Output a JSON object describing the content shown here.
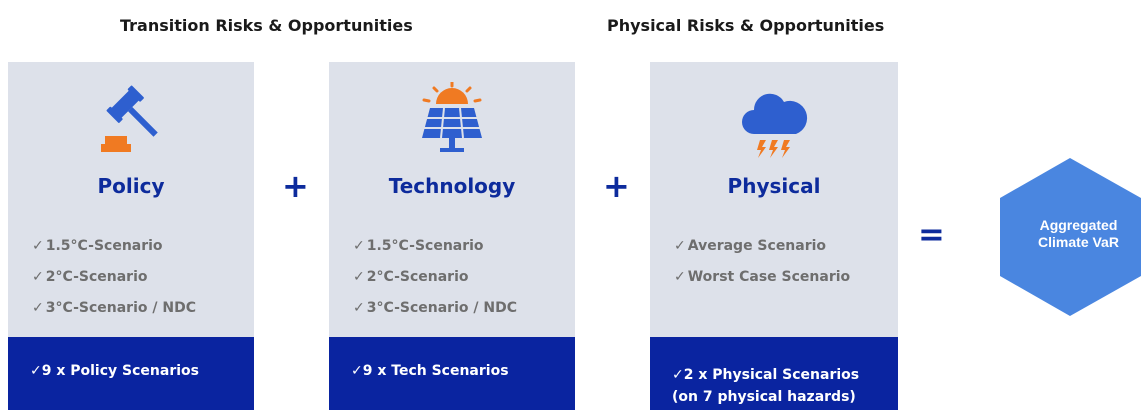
{
  "headers": {
    "transition": "Transition Risks & Opportunities",
    "physical": "Physical Risks & Opportunities"
  },
  "cards": [
    {
      "title": "Policy",
      "icon": "gavel-icon",
      "scenarios": [
        "1.5°C-Scenario",
        "2°C-Scenario",
        "3°C-Scenario / NDC"
      ],
      "footer": [
        "9 x Policy Scenarios"
      ]
    },
    {
      "title": "Technology",
      "icon": "solar-panel-icon",
      "scenarios": [
        "1.5°C-Scenario",
        "2°C-Scenario",
        "3°C-Scenario / NDC"
      ],
      "footer": [
        "9 x Tech Scenarios"
      ]
    },
    {
      "title": "Physical",
      "icon": "storm-cloud-icon",
      "scenarios": [
        "Average Scenario",
        "Worst Case Scenario"
      ],
      "footer": [
        "2 x Physical Scenarios",
        "(on 7 physical hazards)"
      ]
    }
  ],
  "operators": {
    "plus": "+",
    "equals": "="
  },
  "check_mark": "✓",
  "result": {
    "line1": "Aggregated",
    "line2": "Climate VaR"
  },
  "colors": {
    "card_bg": "#dde1ea",
    "title_blue": "#0d2b9c",
    "footer_blue": "#0a24a0",
    "hexagon_blue": "#4a86e0",
    "icon_orange": "#f07a22",
    "scenario_gray": "#6e6e6e"
  }
}
